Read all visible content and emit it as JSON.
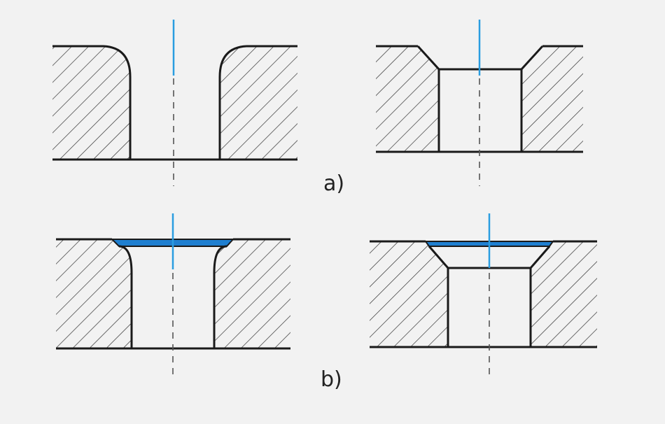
{
  "colors": {
    "background": "#f2f2f2",
    "outline": "#1a1a1a",
    "hatch": "#333333",
    "axis_blue": "#2a9de0",
    "fill_blue": "#1f7fd0",
    "center_dash": "#555555"
  },
  "labels": {
    "row_a": "a)",
    "row_b": "b)"
  },
  "figures": [
    {
      "id": "a-left",
      "shape": "rounded-flare-hole"
    },
    {
      "id": "a-right",
      "shape": "countersink-chamfer-hole"
    },
    {
      "id": "b-left",
      "shape": "rounded-flare-hole-with-filled-rim"
    },
    {
      "id": "b-right",
      "shape": "countersink-hole-with-filled-rim"
    }
  ]
}
